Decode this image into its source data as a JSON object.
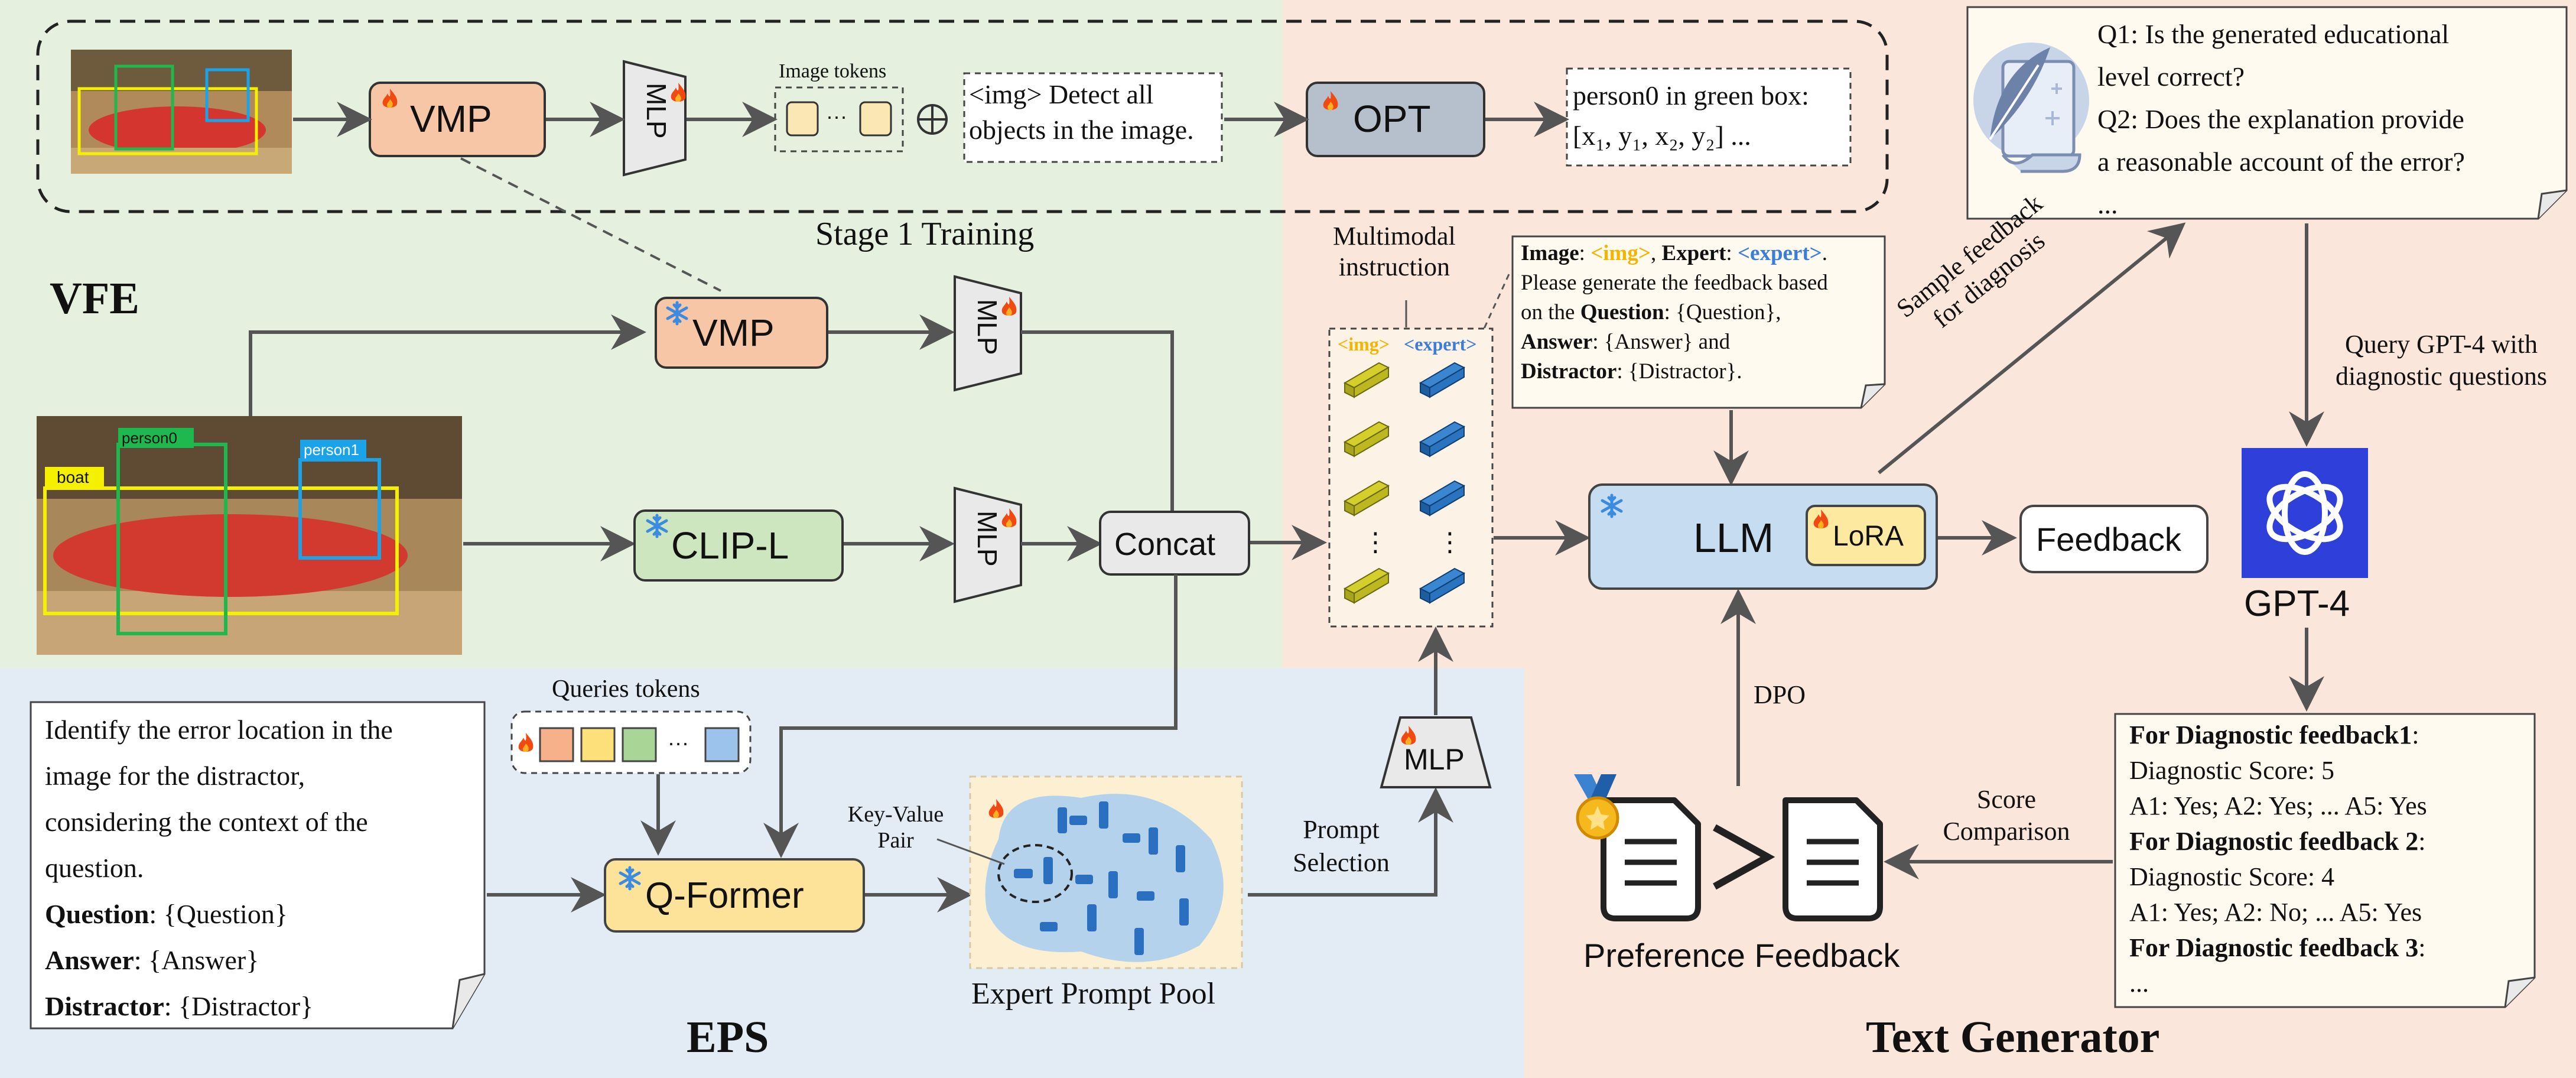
{
  "regions": {
    "vfe_label": "VFE",
    "eps_label": "EPS",
    "text_generator_label": "Text Generator",
    "stage1_label": "Stage 1 Training"
  },
  "stage1": {
    "vmp": "VMP",
    "mlp": "MLP",
    "image_tokens_label": "Image tokens",
    "ellipsis": "···",
    "oplus": "⊕",
    "prompt_line1": "<img> Detect all",
    "prompt_line2": "objects in the image.",
    "opt": "OPT",
    "output_line1": "person0 in green box:",
    "output_line2_prefix": "[x",
    "output_line2": "[x₁, y₁, x₂, y₂] ..."
  },
  "vfe": {
    "vmp": "VMP",
    "mlp_top": "MLP",
    "clip": "CLIP-L",
    "mlp_bottom": "MLP",
    "concat": "Concat",
    "bbox_labels": [
      "boat",
      "person0",
      "person1"
    ]
  },
  "multimodal": {
    "label_line1": "Multimodal",
    "label_line2": "instruction",
    "img_tag": "<img>",
    "expert_tag": "<expert>",
    "dots": "⋮"
  },
  "instruction_box": {
    "line1_a": "Image",
    "line1_b": ": ",
    "line1_img": "<img>",
    "line1_c": ", ",
    "line1_d": "Expert",
    "line1_e": ": ",
    "line1_expert": "<expert>",
    "line1_f": ".",
    "line2": "Please generate the feedback based",
    "line3_a": "on the ",
    "line3_b": "Question",
    "line3_c": ": {Question},",
    "line4_a": "Answer",
    "line4_b": ": {Answer} and",
    "line5_a": "Distractor",
    "line5_b": ": {Distractor}."
  },
  "llm": {
    "label": "LLM",
    "lora": "LoRA",
    "feedback": "Feedback",
    "dpo": "DPO",
    "sample_feedback_line1": "Sample feedback",
    "sample_feedback_line2": "for diagnosis"
  },
  "questions_box": {
    "q1_line1": "Q1: Is the generated educational",
    "q1_line2": "level correct?",
    "q2_line1": "Q2: Does the explanation provide",
    "q2_line2": "a reasonable account of the error?",
    "more": "..."
  },
  "gpt": {
    "query_line1": "Query GPT-4 with",
    "query_line2": "diagnostic questions",
    "name": "GPT-4"
  },
  "diagnostic_box": {
    "fb1_title": "For Diagnostic feedback1",
    "fb1_colon": ":",
    "fb1_score": "Diagnostic Score: 5",
    "fb1_answers": "A1: Yes; A2: Yes; ... A5: Yes",
    "fb2_title": "For Diagnostic feedback 2",
    "fb2_colon": ":",
    "fb2_score": "Diagnostic Score: 4",
    "fb2_answers": "A1: Yes; A2: No; ... A5: Yes",
    "fb3_title": "For Diagnostic feedback 3",
    "fb3_colon": ":",
    "more": "..."
  },
  "score_comparison": {
    "line1": "Score",
    "line2": "Comparison"
  },
  "preference": {
    "label": "Preference Feedback",
    "gt": ">"
  },
  "eps": {
    "input_line1": "Identify the error location in the",
    "input_line2": "image for the distractor,",
    "input_line3": "considering the context of the",
    "input_line4": "question.",
    "q_key": "Question",
    "q_val": ": {Question}",
    "a_key": "Answer",
    "a_val": ": {Answer}",
    "d_key": "Distractor",
    "d_val": ": {Distractor}",
    "queries_label": "Queries tokens",
    "queries_ellipsis": "···",
    "qformer": "Q-Former",
    "key_value_line1": "Key-Value",
    "key_value_line2": "Pair",
    "pool_label": "Expert Prompt Pool",
    "prompt_selection_line1": "Prompt",
    "prompt_selection_line2": "Selection",
    "mlp": "MLP"
  },
  "colors": {
    "vfe_bg": "#e6f0de",
    "eps_bg": "#e3ebf5",
    "text_gen_bg": "#fbe6dc",
    "vmp_fill": "#f6c6a6",
    "clip_fill": "#cde6bf",
    "opt_fill": "#b6bfcc",
    "llm_fill": "#c6dcf1",
    "lora_fill": "#fde9a0",
    "qformer_fill": "#fde39a",
    "pool_fill": "#b5d2ed",
    "img_token": "#d4cf2a",
    "expert_token": "#2a74bf",
    "img_tag_color": "#f2b600",
    "expert_tag_color": "#3b7dd8",
    "gpt_brand": "#2f3fd9",
    "flame": "#f04a12",
    "snowflake": "#3b8be0",
    "arrow": "#555555"
  },
  "icons": [
    "flame-icon",
    "snowflake-icon",
    "scroll-quill-icon",
    "gpt-logo-icon",
    "medal-icon",
    "document-icon"
  ]
}
